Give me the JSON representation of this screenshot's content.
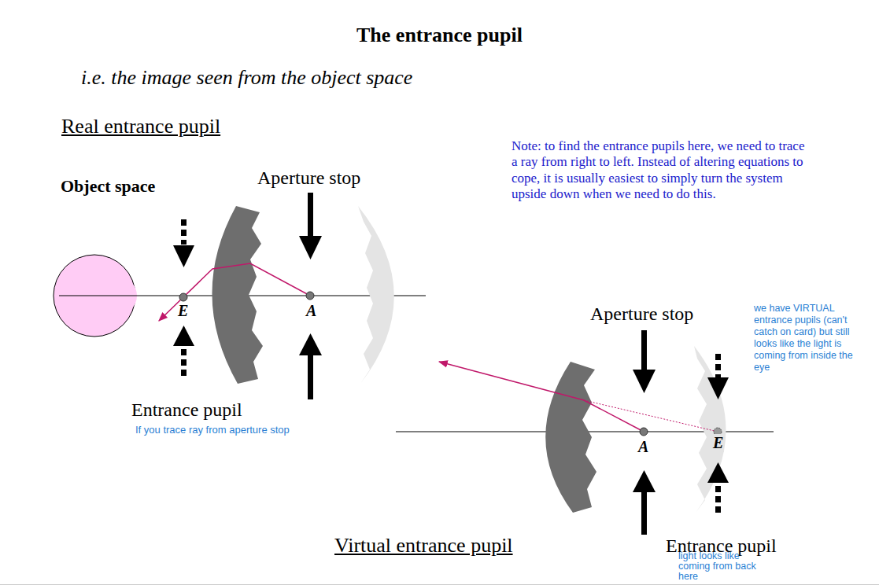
{
  "diagram": {
    "title": "The entrance pupil",
    "labels": [
      "i.e. the image seen from the object space",
      "Real entrance pupil",
      "Object space",
      "Aperture stop",
      "E",
      "A",
      "Entrance pupil",
      "If you trace ray from aperture stop",
      "Note: to find the entrance pupils here, we need to trace a ray from right to left. Instead of altering equations to cope, it is usually easiest to simply turn the system upside down when we need to do this.",
      "Aperture stop",
      "A",
      "E",
      "we have VIRTUAL entrance pupils (can't catch on card) but still looks like the light is coming from inside the eye",
      "Virtual entrance pupil",
      "Entrance pupil",
      "light looks like coming from back here"
    ]
  }
}
